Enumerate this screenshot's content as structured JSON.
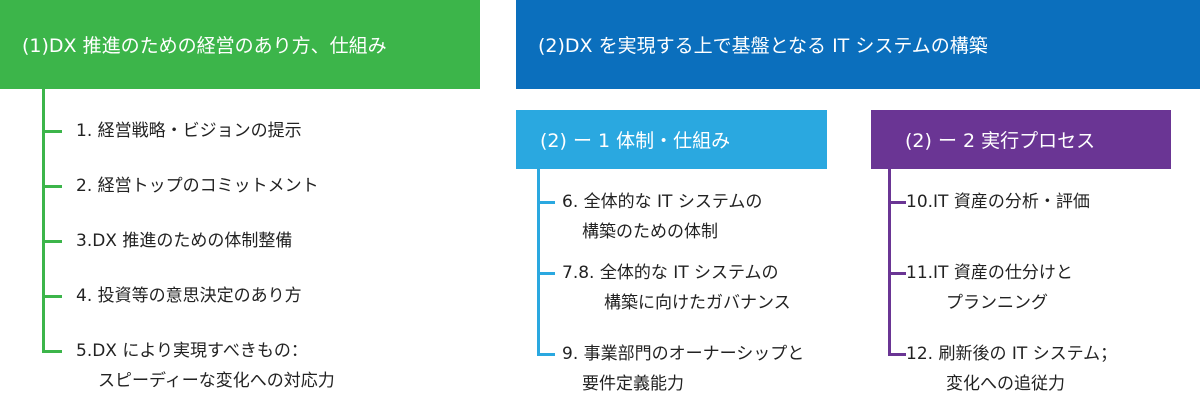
{
  "colors": {
    "green": "#3cb54a",
    "blue_dark": "#0b6fbd",
    "blue_light": "#2aa8e0",
    "purple": "#6a3594"
  },
  "section1": {
    "title": "(1)DX 推進のための経営のあり方、仕組み",
    "items": [
      {
        "line1": "1. 経営戦略・ビジョンの提示",
        "line2": ""
      },
      {
        "line1": "2. 経営トップのコミットメント",
        "line2": ""
      },
      {
        "line1": "3.DX 推進のための体制整備",
        "line2": ""
      },
      {
        "line1": "4. 投資等の意思決定のあり方",
        "line2": ""
      },
      {
        "line1": "5.DX により実現すべきもの：",
        "line2": "スピーディーな変化への対応力"
      }
    ]
  },
  "section2": {
    "title": "(2)DX を実現する上で基盤となる IT システムの構築",
    "sub1": {
      "title": "(2) ー 1 体制・仕組み",
      "items": [
        {
          "line1": "6. 全体的な IT システムの",
          "line2": "構築のための体制"
        },
        {
          "line1": "7.8. 全体的な IT システムの",
          "line2": "構築に向けたガバナンス"
        },
        {
          "line1": "9. 事業部門のオーナーシップと",
          "line2": "要件定義能力"
        }
      ]
    },
    "sub2": {
      "title": "(2) ー 2 実行プロセス",
      "items": [
        {
          "line1": "10.IT 資産の分析・評価",
          "line2": ""
        },
        {
          "line1": "11.IT 資産の仕分けと",
          "line2": "プランニング"
        },
        {
          "line1": "12. 刷新後の IT システム；",
          "line2": "変化への追従力"
        }
      ]
    }
  }
}
